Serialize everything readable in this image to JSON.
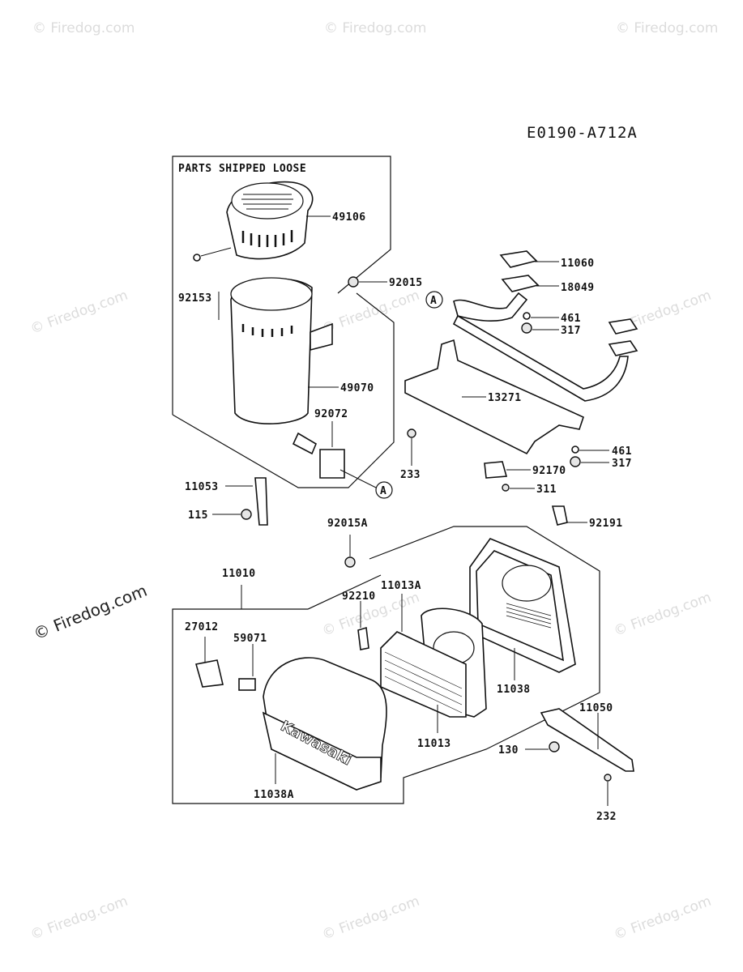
{
  "drawing_code": "E0190-A712A",
  "box_title": "PARTS SHIPPED LOOSE",
  "watermark": "© Firedog.com",
  "brand_logo": "Kawasaki",
  "part_labels": {
    "p49106": "49106",
    "p92153": "92153",
    "p92015": "92015",
    "p49070": "49070",
    "p92072": "92072",
    "p11053": "11053",
    "p115": "115",
    "p11060": "11060",
    "p18049": "18049",
    "p461a": "461",
    "p317a": "317",
    "p13271": "13271",
    "p233": "233",
    "p461b": "461",
    "p317b": "317",
    "p92170": "92170",
    "p311": "311",
    "p92015A": "92015A",
    "p92191": "92191",
    "p11010": "11010",
    "p11013A": "11013A",
    "p92210": "92210",
    "p27012": "27012",
    "p59071": "59071",
    "p11038": "11038",
    "p11050": "11050",
    "p11013": "11013",
    "p130": "130",
    "p11038A": "11038A",
    "p232": "232"
  },
  "ref_marker": "A"
}
